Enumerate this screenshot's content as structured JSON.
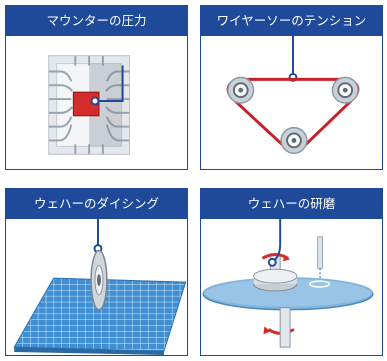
{
  "panels": [
    {
      "title": "マウンターの圧力",
      "illustration": "chip-mounter-pressure-diagram"
    },
    {
      "title": "ワイヤーソーのテンション",
      "illustration": "wire-saw-tension-diagram"
    },
    {
      "title": "ウェハーのダイシング",
      "illustration": "wafer-dicing-diagram"
    },
    {
      "title": "ウェハーの研磨",
      "illustration": "wafer-polishing-diagram"
    }
  ],
  "colors": {
    "header_blue": "#1f4a9a",
    "sensor_red": "#d42b2b",
    "wire_red": "#c8202a",
    "wafer_blue": "#4a9ad8",
    "platen_blue": "#7fb5de"
  }
}
